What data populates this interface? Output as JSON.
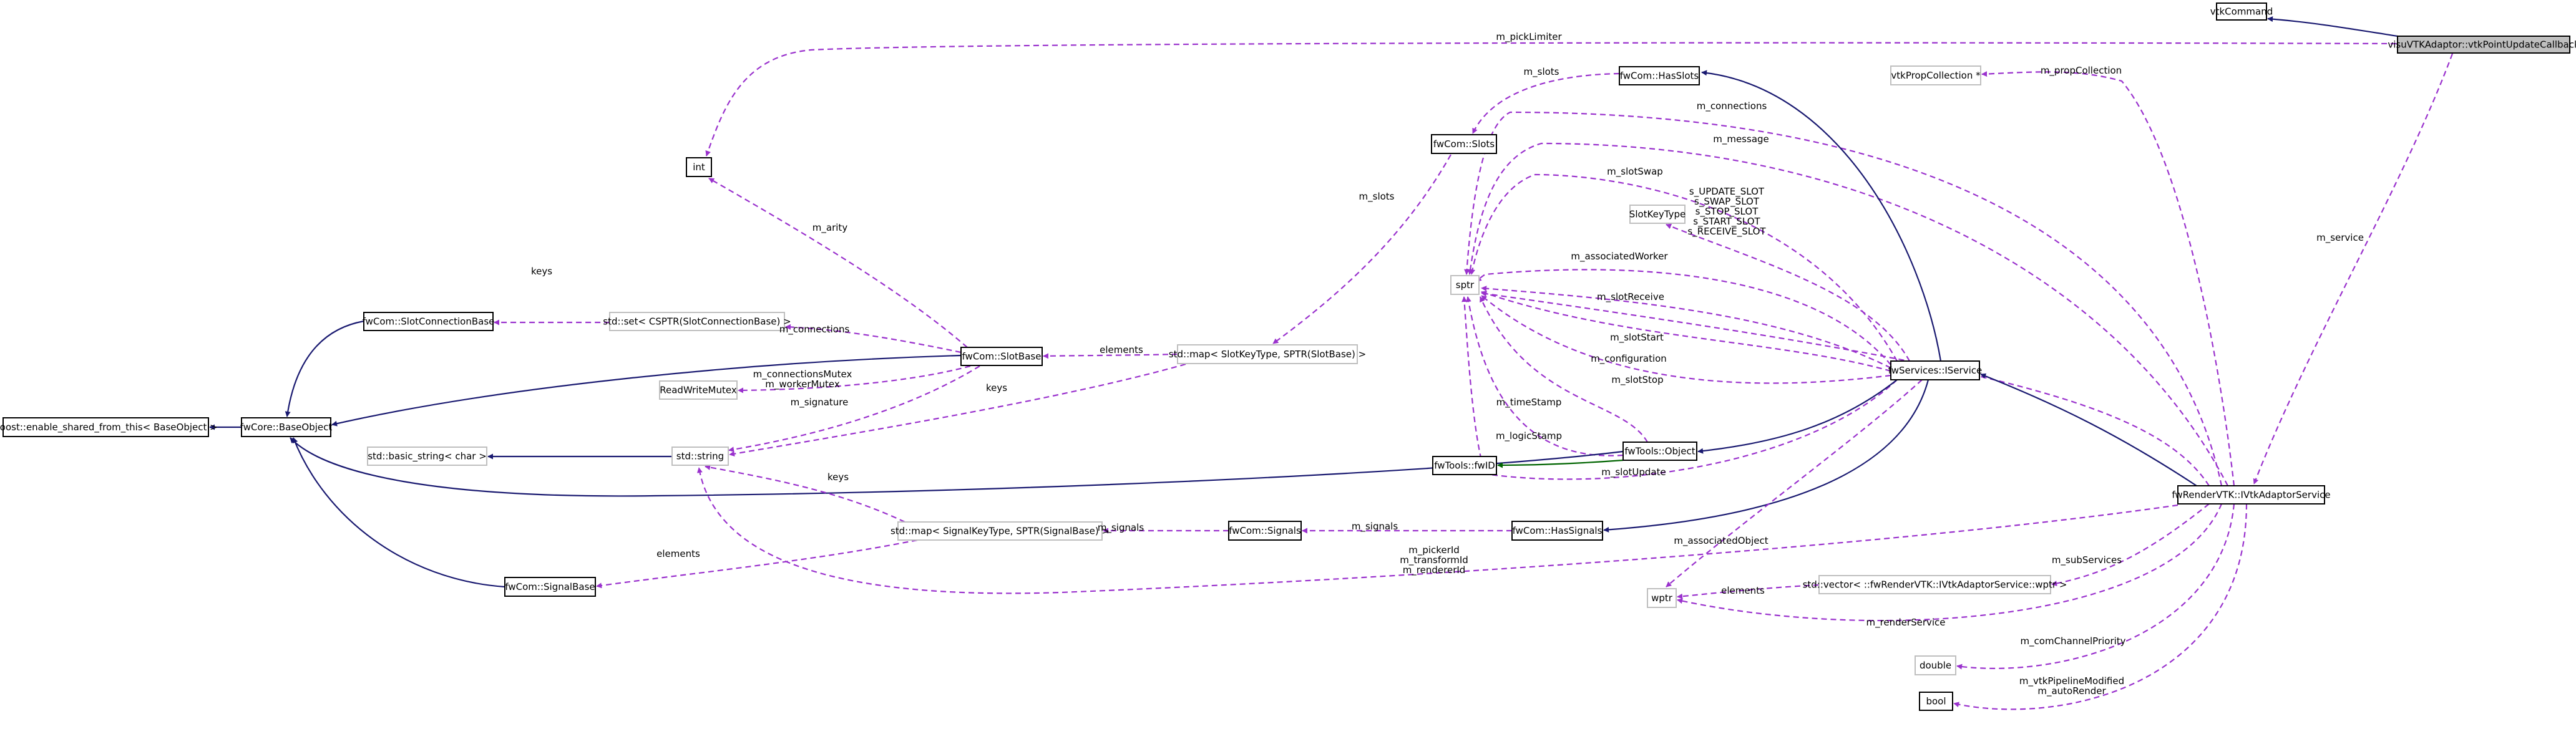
{
  "colors": {
    "inheritance": "#191970",
    "usage": "#9a32cd",
    "template": "#006400",
    "node_border": "#000000",
    "node_border_light": "#bfbfbf",
    "focus_fill": "#bfbfbf"
  },
  "nodes": [
    {
      "id": "vtkCommand",
      "label": "vtkCommand",
      "style": "normal"
    },
    {
      "id": "callback",
      "label": "visuVTKAdaptor::vtkPointUpdateCallback",
      "style": "focus"
    },
    {
      "id": "int",
      "label": "int",
      "style": "normal"
    },
    {
      "id": "hasSlots",
      "label": "fwCom::HasSlots",
      "style": "normal"
    },
    {
      "id": "vtkPropColl",
      "label": "vtkPropCollection *",
      "style": "light"
    },
    {
      "id": "slots",
      "label": "fwCom::Slots",
      "style": "normal"
    },
    {
      "id": "slotKeyType",
      "label": "SlotKeyType",
      "style": "light"
    },
    {
      "id": "slotConnBase",
      "label": "fwCom::SlotConnectionBase",
      "style": "normal"
    },
    {
      "id": "setConn",
      "label": "std::set< CSPTR(SlotConnectionBase) >",
      "style": "light"
    },
    {
      "id": "sptr",
      "label": "sptr",
      "style": "light"
    },
    {
      "id": "slotBase",
      "label": "fwCom::SlotBase",
      "style": "normal"
    },
    {
      "id": "mapSlots",
      "label": "std::map< SlotKeyType, SPTR(SlotBase) >",
      "style": "light"
    },
    {
      "id": "rwMutex",
      "label": "ReadWriteMutex",
      "style": "light"
    },
    {
      "id": "iService",
      "label": "fwServices::IService",
      "style": "normal"
    },
    {
      "id": "enableShared",
      "label": "boost::enable_shared_from_this< BaseObject >",
      "style": "normal"
    },
    {
      "id": "baseObject",
      "label": "fwCore::BaseObject",
      "style": "normal"
    },
    {
      "id": "basicString",
      "label": "std::basic_string< char >",
      "style": "light"
    },
    {
      "id": "stdString",
      "label": "std::string",
      "style": "light"
    },
    {
      "id": "fwObject",
      "label": "fwTools::Object",
      "style": "normal"
    },
    {
      "id": "fwID",
      "label": "fwTools::fwID",
      "style": "normal"
    },
    {
      "id": "mapSignals",
      "label": "std::map< SignalKeyType, SPTR(SignalBase) >",
      "style": "light"
    },
    {
      "id": "signals",
      "label": "fwCom::Signals",
      "style": "normal"
    },
    {
      "id": "hasSignals",
      "label": "fwCom::HasSignals",
      "style": "normal"
    },
    {
      "id": "adaptorService",
      "label": "fwRenderVTK::IVtkAdaptorService",
      "style": "normal"
    },
    {
      "id": "signalBase",
      "label": "fwCom::SignalBase",
      "style": "normal"
    },
    {
      "id": "vectorWptr",
      "label": "std::vector< ::fwRenderVTK::IVtkAdaptorService::wptr >",
      "style": "light"
    },
    {
      "id": "wptr",
      "label": "wptr",
      "style": "light"
    },
    {
      "id": "double",
      "label": "double",
      "style": "light"
    },
    {
      "id": "bool",
      "label": "bool",
      "style": "normal"
    }
  ],
  "edge_labels": [
    {
      "id": "pickLimiter",
      "text": "m_pickLimiter"
    },
    {
      "id": "propCollection",
      "text": "m_propCollection"
    },
    {
      "id": "slotsA",
      "text": "m_slots"
    },
    {
      "id": "connectionsA",
      "text": "m_connections"
    },
    {
      "id": "message",
      "text": "m_message"
    },
    {
      "id": "slotSwap",
      "text": "m_slotSwap"
    },
    {
      "id": "slotsB",
      "text": "m_slots"
    },
    {
      "id": "staticSlots",
      "text": "s_UPDATE_SLOT\ns_SWAP_SLOT\ns_STOP_SLOT\ns_START_SLOT\ns_RECEIVE_SLOT"
    },
    {
      "id": "arity",
      "text": "m_arity"
    },
    {
      "id": "associatedWorker",
      "text": "m_associatedWorker"
    },
    {
      "id": "service",
      "text": "m_service"
    },
    {
      "id": "keysA",
      "text": "keys"
    },
    {
      "id": "slotReceive",
      "text": "m_slotReceive"
    },
    {
      "id": "connectionsB",
      "text": "m_connections"
    },
    {
      "id": "elementsA",
      "text": "elements"
    },
    {
      "id": "slotStart",
      "text": "m_slotStart"
    },
    {
      "id": "configuration",
      "text": "m_configuration"
    },
    {
      "id": "mutexes",
      "text": "m_connectionsMutex\nm_workerMutex"
    },
    {
      "id": "keysB",
      "text": "keys"
    },
    {
      "id": "slotStop",
      "text": "m_slotStop"
    },
    {
      "id": "signature",
      "text": "m_signature"
    },
    {
      "id": "timeStamp",
      "text": "m_timeStamp"
    },
    {
      "id": "logicStamp",
      "text": "m_logicStamp"
    },
    {
      "id": "slotUpdate",
      "text": "m_slotUpdate"
    },
    {
      "id": "keysC",
      "text": "keys"
    },
    {
      "id": "signalsA",
      "text": "m_signals"
    },
    {
      "id": "signalsB",
      "text": "m_signals"
    },
    {
      "id": "associatedObject",
      "text": "m_associatedObject"
    },
    {
      "id": "elementsB",
      "text": "elements"
    },
    {
      "id": "pickerIds",
      "text": "m_pickerId\nm_transformId\nm_rendererId"
    },
    {
      "id": "subServices",
      "text": "m_subServices"
    },
    {
      "id": "elementsC",
      "text": "elements"
    },
    {
      "id": "renderService",
      "text": "m_renderService"
    },
    {
      "id": "comChannelPriority",
      "text": "m_comChannelPriority"
    },
    {
      "id": "vtkPipelineModified",
      "text": "m_vtkPipelineModified\nm_autoRender"
    }
  ]
}
